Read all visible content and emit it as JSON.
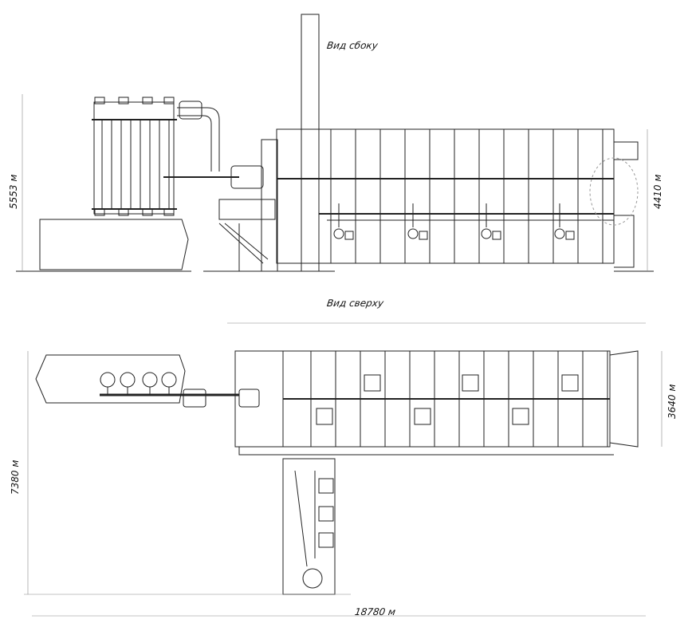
{
  "views": {
    "side_title": "Вид сбоку",
    "top_title": "Вид сверху"
  },
  "dimensions": {
    "side_total_height": "5553 м",
    "side_chamber_height": "4410 м",
    "top_chamber_width": "3640 м",
    "top_total_depth": "7380 м",
    "total_length": "18780 м"
  },
  "colors": {
    "line": "#222222",
    "background": "#ffffff"
  }
}
